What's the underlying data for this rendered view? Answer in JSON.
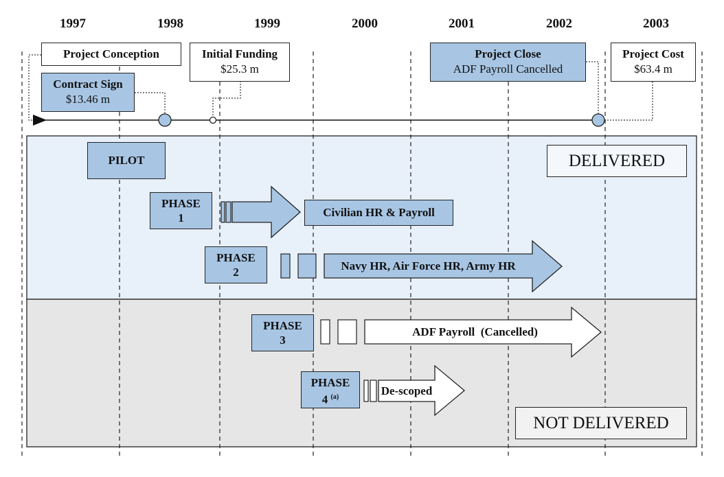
{
  "years": [
    "1997",
    "1998",
    "1999",
    "2000",
    "2001",
    "2002",
    "2003"
  ],
  "milestones": {
    "conception": {
      "title": "Project Conception"
    },
    "contract": {
      "title": "Contract Sign",
      "value": "$13.46 m"
    },
    "funding": {
      "title": "Initial Funding",
      "value": "$25.3 m"
    },
    "close": {
      "title": "Project Close",
      "detail": "ADF Payroll Cancelled"
    },
    "cost": {
      "title": "Project Cost",
      "value": "$63.4 m"
    }
  },
  "pilot": {
    "label": "PILOT"
  },
  "phases": [
    {
      "word": "PHASE",
      "num": "1",
      "deliverable": "Civilian HR & Payroll"
    },
    {
      "word": "PHASE",
      "num": "2",
      "deliverable": "Navy HR, Air Force HR, Army HR"
    },
    {
      "word": "PHASE",
      "num": "3",
      "deliverable": "ADF Payroll  (Cancelled)"
    },
    {
      "word": "PHASE",
      "num": "4",
      "note": "(a)",
      "deliverable": "De-scoped"
    }
  ],
  "status": {
    "delivered": "DELIVERED",
    "not_delivered": "NOT DELIVERED"
  },
  "colors": {
    "blue_fill": "#a8c6e4",
    "delivered_band": "#e8f0fa",
    "not_delivered_band": "#e6e6e6"
  }
}
